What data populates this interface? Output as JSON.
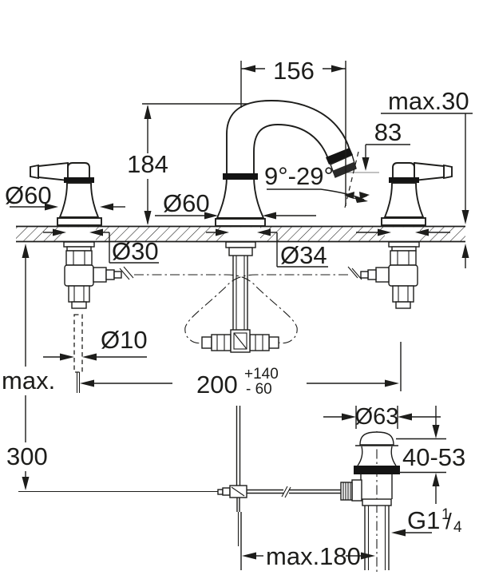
{
  "drawing": {
    "labels": {
      "reach": "156",
      "max_deck": "max.30",
      "tip_height": "83",
      "angle": "9°-29°",
      "height": "184",
      "handle_dia": "Ø60",
      "spout_dia": "Ø60",
      "hole_left": "Ø30",
      "hole_center": "Ø34",
      "rod_dia": "Ø10",
      "max_depth_line1": "max.",
      "max_depth_line2": "300",
      "spread_value": "200",
      "spread_plus": "+140",
      "spread_minus": "- 60",
      "drain_dia": "Ø63",
      "clamp_range": "40-53",
      "thread_base": "G1",
      "thread_numerator": "1",
      "thread_slash": "/",
      "thread_denominator": "4",
      "lever_reach": "max.180"
    },
    "colors": {
      "line": "#1d1d1b",
      "light_line": "#9c9c9c",
      "background": "#ffffff"
    }
  }
}
